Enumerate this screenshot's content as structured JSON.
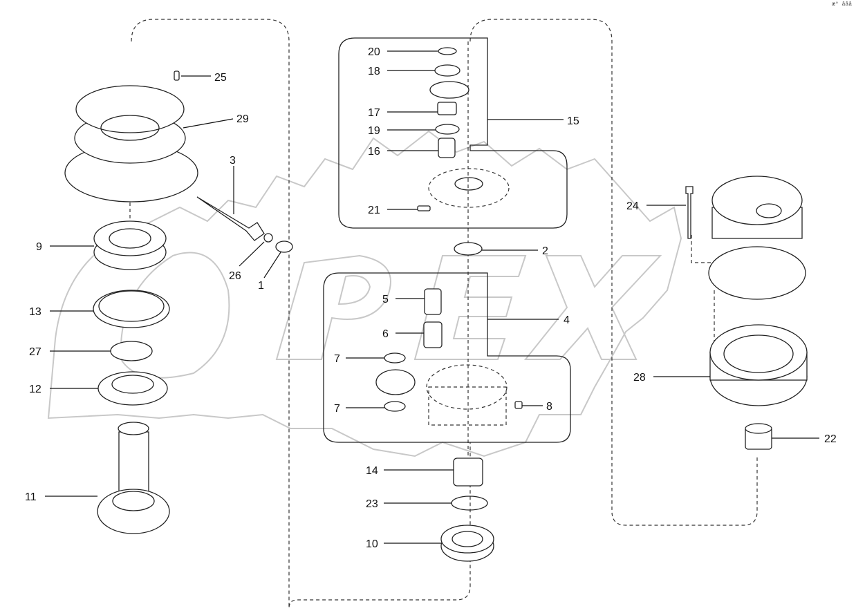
{
  "watermark": {
    "text": "OPEX"
  },
  "corner_mark": "æ° âââ",
  "callouts": [
    {
      "id": "c25",
      "label": "25"
    },
    {
      "id": "c29",
      "label": "29"
    },
    {
      "id": "c3",
      "label": "3"
    },
    {
      "id": "c9",
      "label": "9"
    },
    {
      "id": "c26",
      "label": "26"
    },
    {
      "id": "c1",
      "label": "1"
    },
    {
      "id": "c13",
      "label": "13"
    },
    {
      "id": "c27",
      "label": "27"
    },
    {
      "id": "c12",
      "label": "12"
    },
    {
      "id": "c11",
      "label": "11"
    },
    {
      "id": "c20",
      "label": "20"
    },
    {
      "id": "c18",
      "label": "18"
    },
    {
      "id": "c17",
      "label": "17"
    },
    {
      "id": "c19",
      "label": "19"
    },
    {
      "id": "c16",
      "label": "16"
    },
    {
      "id": "c15",
      "label": "15"
    },
    {
      "id": "c21",
      "label": "21"
    },
    {
      "id": "c2",
      "label": "2"
    },
    {
      "id": "c5",
      "label": "5"
    },
    {
      "id": "c6",
      "label": "6"
    },
    {
      "id": "c4",
      "label": "4"
    },
    {
      "id": "c7a",
      "label": "7"
    },
    {
      "id": "c7b",
      "label": "7"
    },
    {
      "id": "c8",
      "label": "8"
    },
    {
      "id": "c14",
      "label": "14"
    },
    {
      "id": "c23",
      "label": "23"
    },
    {
      "id": "c10",
      "label": "10"
    },
    {
      "id": "c24",
      "label": "24"
    },
    {
      "id": "c28",
      "label": "28"
    },
    {
      "id": "c22",
      "label": "22"
    }
  ]
}
